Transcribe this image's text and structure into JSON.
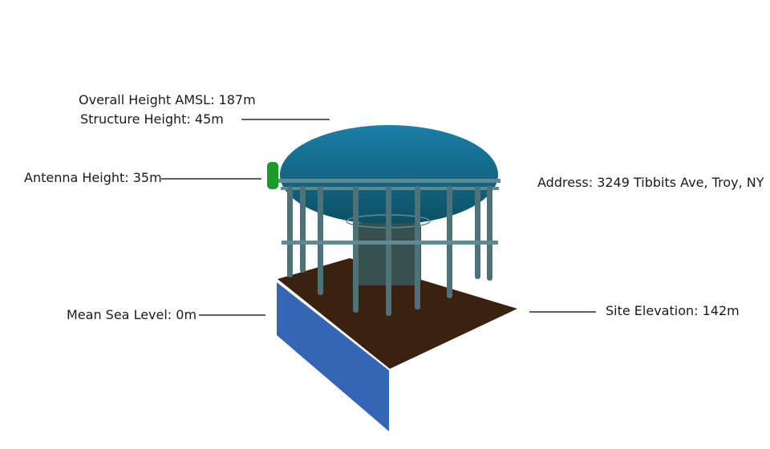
{
  "labels": {
    "overall_height": "Overall Height AMSL: 187m",
    "structure_height": "Structure Height: 45m",
    "antenna_height": "Antenna Height: 35m",
    "mean_sea_level": "Mean Sea Level: 0m",
    "address": "Address: 3249 Tibbits Ave, Troy, NY",
    "site_elevation": "Site Elevation: 142m"
  },
  "colors": {
    "tank_top": "#1a7fa8",
    "tank_bottom": "#0d4f63",
    "legs": "#4d7278",
    "ground": "#3b2210",
    "sea_level_panel": "#3566b5",
    "antenna": "#1a9a2a",
    "leader_line": "#2b2b2b"
  }
}
